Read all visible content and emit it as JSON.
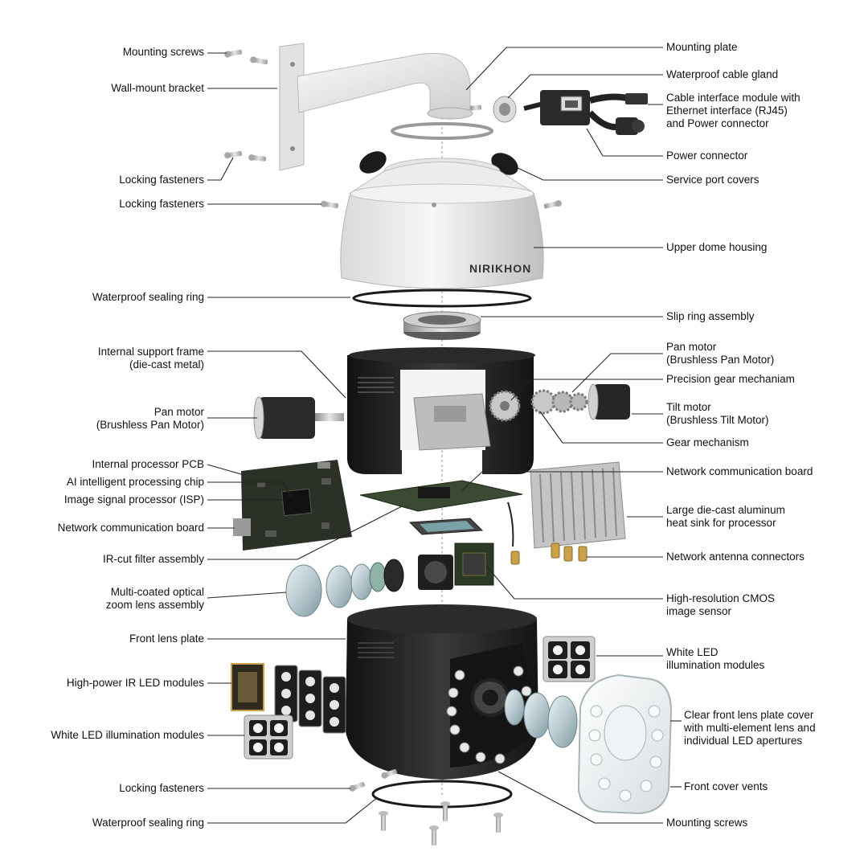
{
  "brand": {
    "housing_logo": "NIRIKHON"
  },
  "labels": {
    "mounting_screws_top": "Mounting screws",
    "wall_mount_bracket": "Wall-mount bracket",
    "locking_fasteners_1": "Locking fasteners",
    "locking_fasteners_2": "Locking fasteners",
    "waterproof_sealing_ring_top": "Waterproof sealing ring",
    "internal_support_frame": "Internal support frame\n(die-cast metal)",
    "pan_motor_left": "Pan motor\n(Brushless Pan Motor)",
    "internal_processor_pcb": "Internal processor PCB",
    "ai_chip": "AI intelligent processing chip",
    "isp": "Image signal processor (ISP)",
    "network_board_left": "Network communication board",
    "ir_cut_filter": "IR-cut filter assembly",
    "zoom_lens": "Multi-coated optical\nzoom lens assembly",
    "front_lens_plate": "Front lens plate",
    "ir_led_modules": "High-power IR LED modules",
    "white_led_left": "White LED illumination modules",
    "locking_fasteners_bottom": "Locking fasteners",
    "waterproof_sealing_ring_bottom": "Waterproof sealing ring",
    "mounting_plate": "Mounting plate",
    "cable_gland": "Waterproof cable gland",
    "cable_interface": "Cable interface module with\nEthernet interface (RJ45)\nand Power connector",
    "power_connector": "Power connector",
    "service_port_covers": "Service port covers",
    "upper_dome_housing": "Upper dome housing",
    "slip_ring": "Slip ring assembly",
    "pan_motor_right": "Pan motor\n(Brushless Pan Motor)",
    "precision_gear": "Precision gear mechaniam",
    "tilt_motor": "Tilt motor\n(Brushless Tilt Motor)",
    "gear_mechanism": "Gear mechanism",
    "network_board_right": "Network communication board",
    "heat_sink": "Large die-cast aluminum\nheat sink for processor",
    "antenna_connectors": "Network antenna connectors",
    "cmos_sensor": "High-resolution CMOS\nimage sensor",
    "white_led_right": "White LED\nillumination modules",
    "clear_front_cover": "Clear front lens plate cover\nwith multi-element lens and\nindividual LED apertures",
    "front_cover_vents": "Front cover vents",
    "mounting_screws_bottom": "Mounting screws"
  },
  "colors": {
    "housing_white": "#eeeeee",
    "housing_shadow": "#c9c9c9",
    "body_black": "#1e1e1e",
    "pcb_green": "#2f3b2a",
    "brass": "#c9a14a",
    "leader_line": "#222222"
  }
}
